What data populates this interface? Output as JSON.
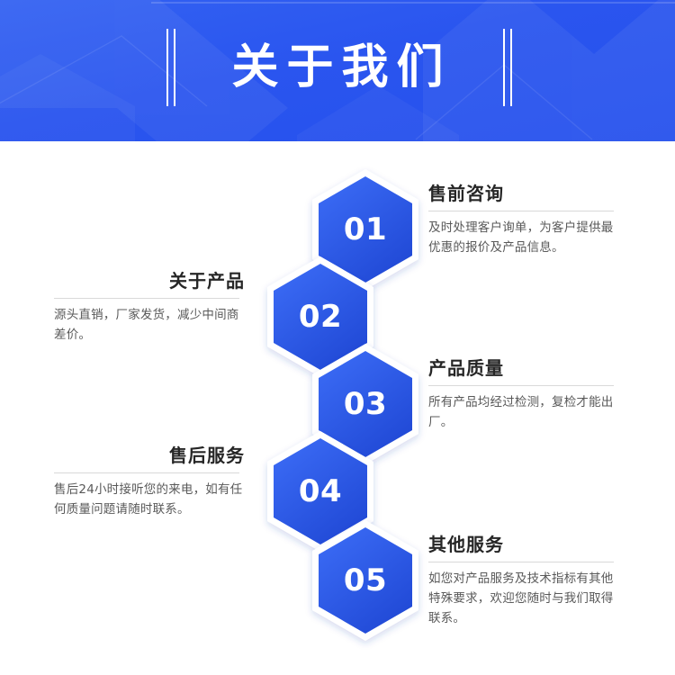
{
  "header": {
    "title": "关于我们",
    "banner_color": "#2a55ef",
    "decoration": "double-vertical-bars"
  },
  "theme": {
    "accent": "#2a55ef",
    "hex_gradient_from": "#3b6bf5",
    "hex_gradient_to": "#1f47d4",
    "hex_ring": "#ffffff",
    "title_color": "#262626",
    "desc_color": "#595959",
    "rule_color": "#d9d9d9",
    "page_background": "#ffffff"
  },
  "steps": [
    {
      "number": "01",
      "title": "售前咨询",
      "desc": "及时处理客户询单，为客户提供最优惠的报价及产品信息。",
      "side": "right"
    },
    {
      "number": "02",
      "title": "关于产品",
      "desc": "源头直销，厂家发货，减少中间商差价。",
      "side": "left"
    },
    {
      "number": "03",
      "title": "产品质量",
      "desc": "所有产品均经过检测，复检才能出厂。",
      "side": "right"
    },
    {
      "number": "04",
      "title": "售后服务",
      "desc": "售后24小时接听您的来电，如有任何质量问题请随时联系。",
      "side": "left"
    },
    {
      "number": "05",
      "title": "其他服务",
      "desc": "如您对产品服务及技术指标有其他特殊要求，欢迎您随时与我们取得联系。",
      "side": "right"
    }
  ]
}
